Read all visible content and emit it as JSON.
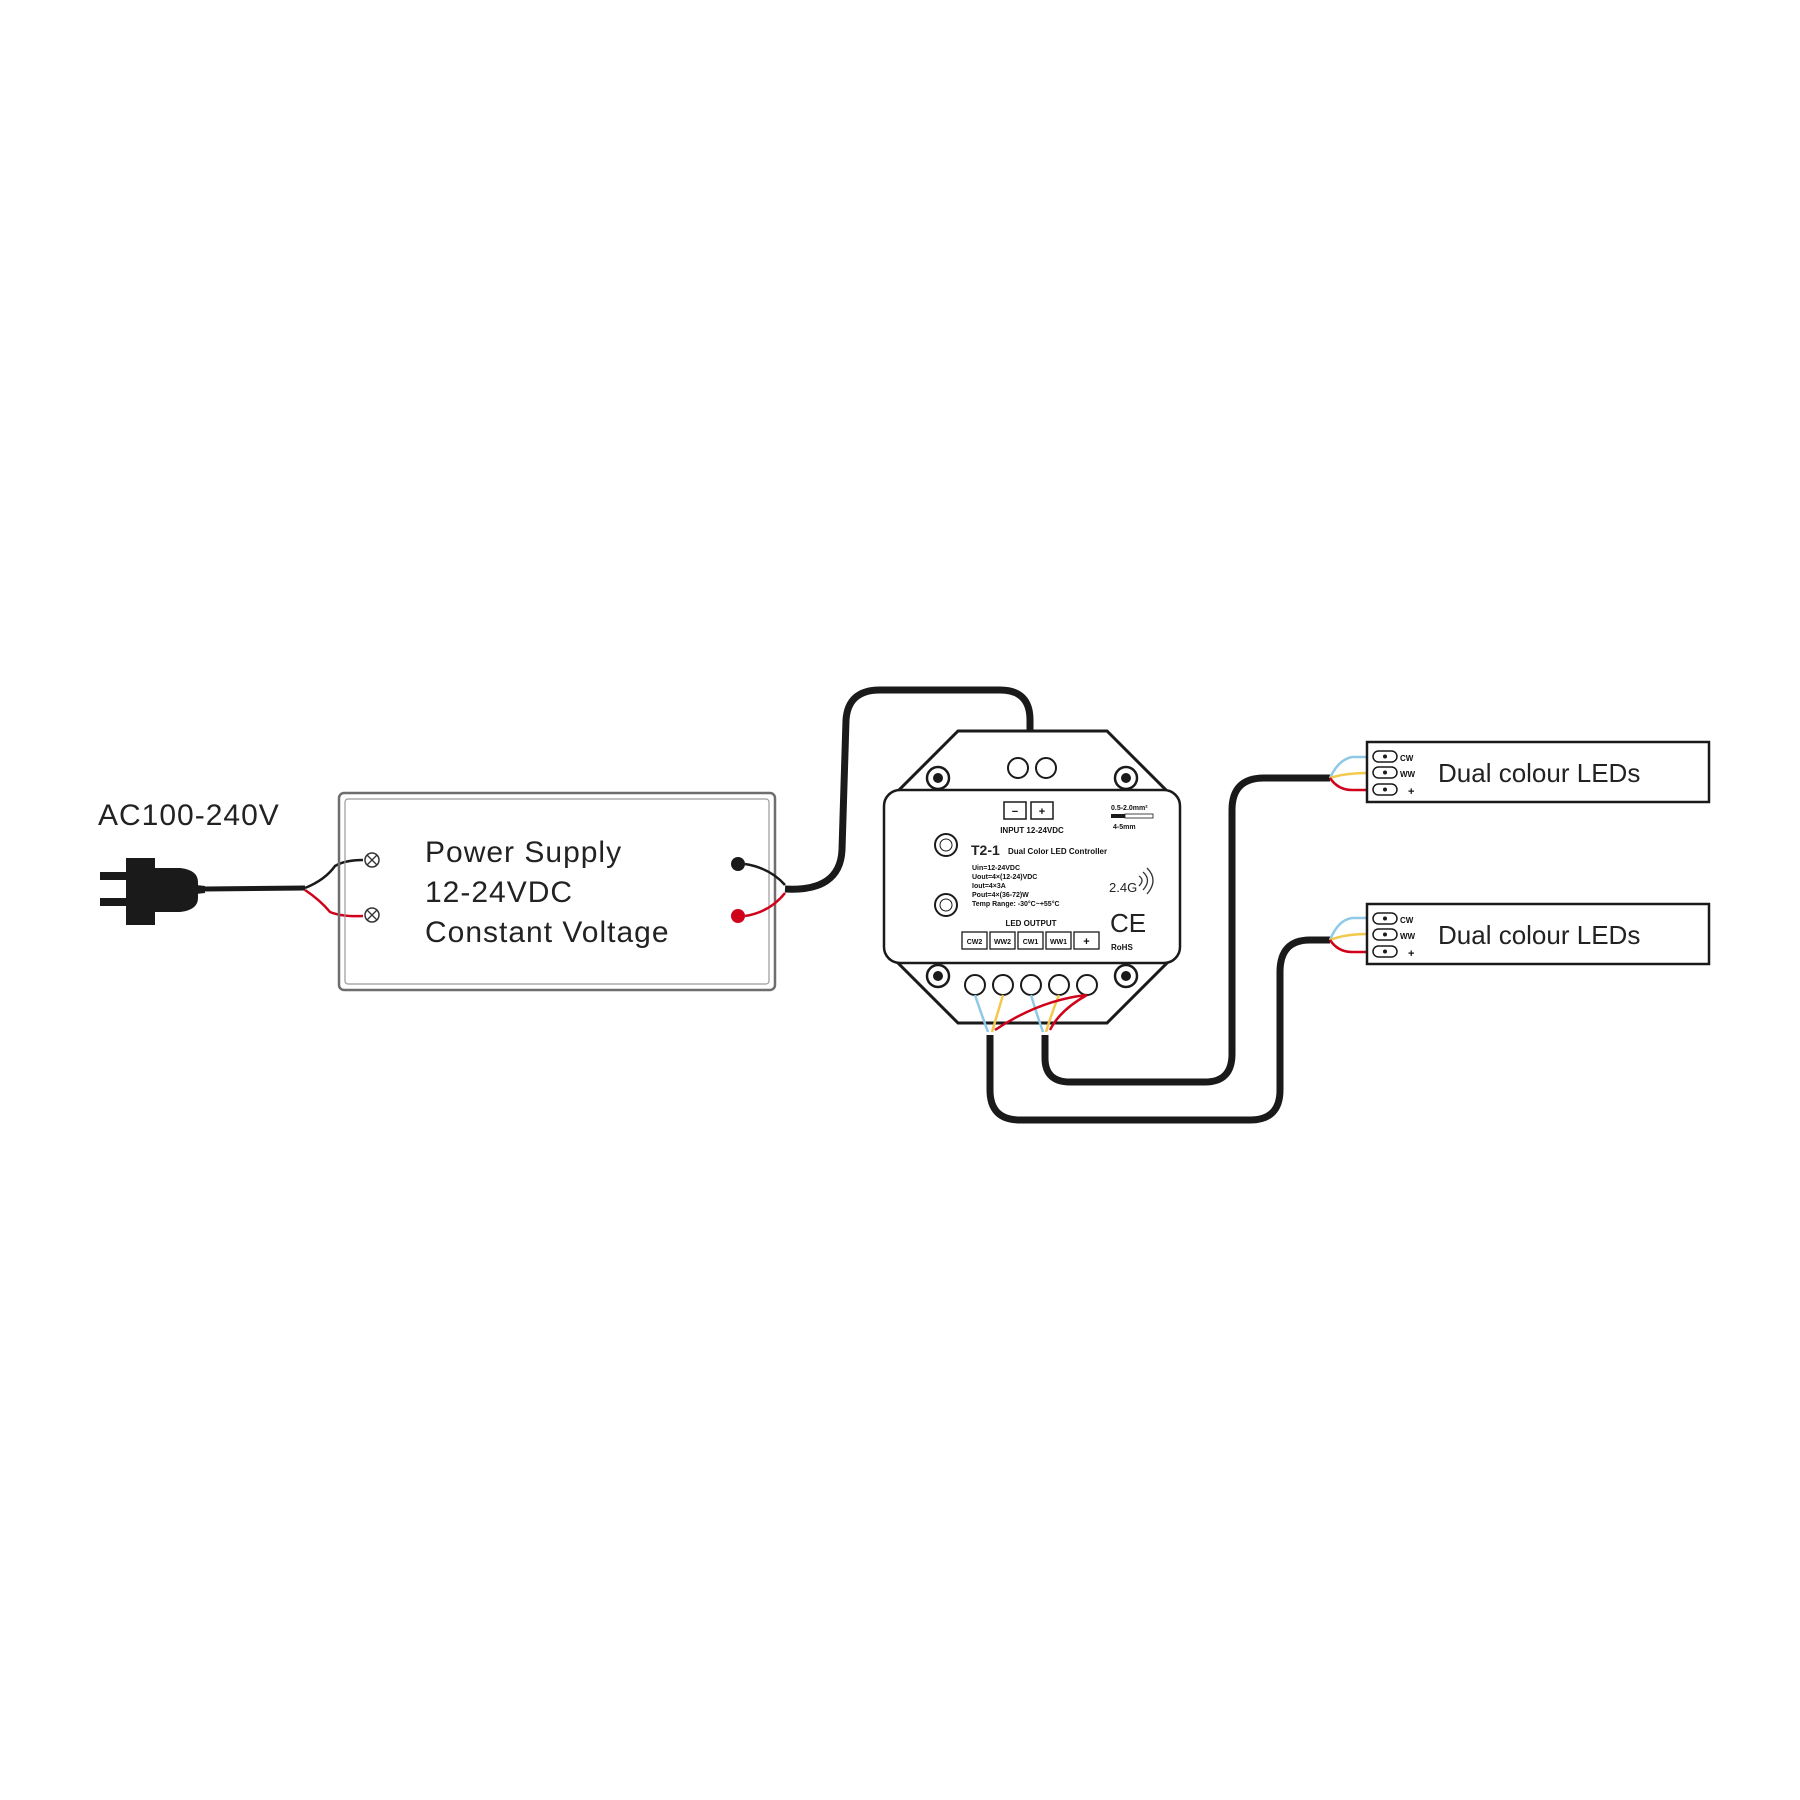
{
  "mains": {
    "label": "AC100-240V"
  },
  "power_supply": {
    "line1": "Power Supply",
    "line2": "12-24VDC",
    "line3": "Constant Voltage"
  },
  "controller": {
    "input_minus": "−",
    "input_plus": "+",
    "input_label": "INPUT 12-24VDC",
    "wire_spec_1": "0.5-2.0mm²",
    "wire_spec_2": "4-5mm",
    "model": "T2-1",
    "model_desc": "Dual Color LED Controller",
    "spec_1": "Uin=12-24VDC",
    "spec_2": "Uout=4×(12-24)VDC",
    "spec_3": "Iout=4×3A",
    "spec_4": "Pout=4×(36-72)W",
    "spec_5": "Temp Range: -30°C~+55°C",
    "rf_label": "2.4G",
    "ce_mark": "CE",
    "rohs_mark": "RoHS",
    "output_label": "LED OUTPUT",
    "outputs": [
      "CW2",
      "WW2",
      "CW1",
      "WW1",
      "+"
    ]
  },
  "led_strips": [
    {
      "label": "Dual colour LEDs",
      "pins": [
        "CW",
        "WW",
        "+"
      ]
    },
    {
      "label": "Dual colour LEDs",
      "pins": [
        "CW",
        "WW",
        "+"
      ]
    }
  ],
  "colors": {
    "wire_black": "#1a1a1a",
    "wire_red": "#d0021b",
    "wire_blue": "#8ecae6",
    "wire_yellow": "#f2c94c",
    "outline": "#6e6e6e"
  }
}
